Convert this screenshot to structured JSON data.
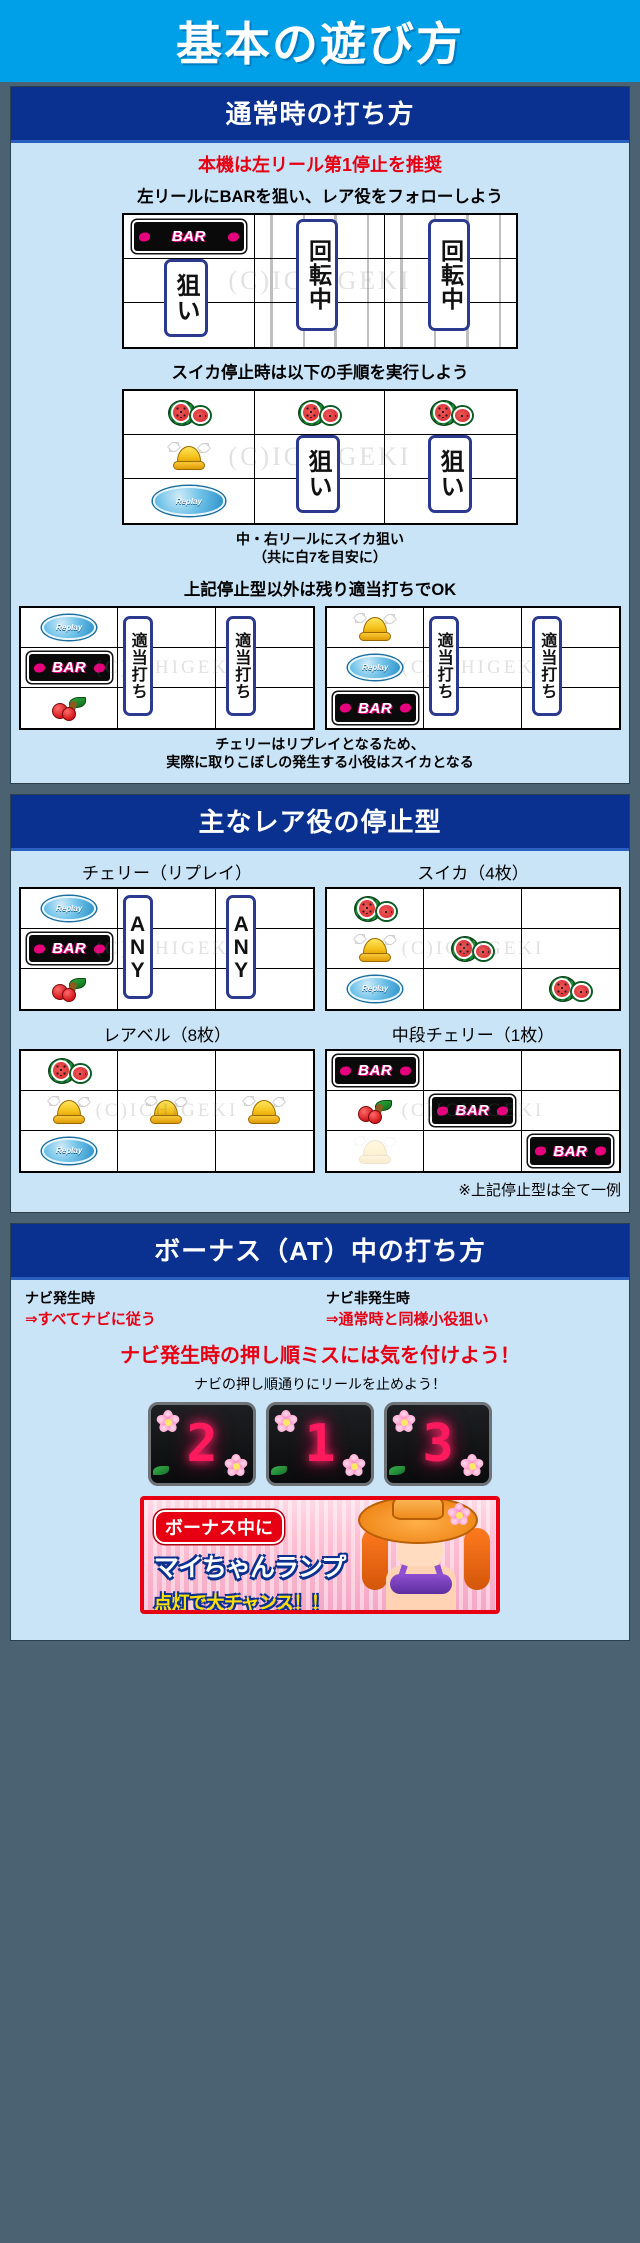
{
  "header": {
    "title": "基本の遊び方"
  },
  "sections": [
    {
      "id": "normal",
      "title": "通常時の打ち方",
      "lines": {
        "recommend": "本機は左リール第1停止を推奨",
        "aim_bar": "左リールにBARを狙い、レア役をフォローしよう",
        "suika_stop": "スイカ停止時は以下の手順を実行しよう",
        "mid_right_1": "中・右リールにスイカ狙い",
        "mid_right_2": "（共に白7を目安に）",
        "else_ok": "上記停止型以外は残り適当打ちでOK",
        "note_1": "チェリーはリプレイとなるため、",
        "note_2": "実際に取りこぼしの発生する小役はスイカとなる"
      },
      "reel_bar": {
        "callouts": {
          "left": "狙い",
          "mid": "回転中",
          "right": "回転中"
        },
        "symbols": [
          [
            "bar",
            "",
            ""
          ],
          [
            "",
            "",
            ""
          ],
          [
            "",
            "",
            ""
          ]
        ]
      },
      "reel_suika": {
        "callouts": {
          "left": "狙い",
          "mid": "狙い",
          "right": "狙い"
        },
        "symbols": [
          [
            "melon",
            "melon",
            "melon"
          ],
          [
            "bell",
            "",
            ""
          ],
          [
            "replay",
            "",
            ""
          ]
        ]
      },
      "reel_free_left": {
        "callouts": {
          "mid": "適当打ち",
          "right": "適当打ち"
        },
        "symbols": [
          [
            "replay",
            "",
            ""
          ],
          [
            "bar",
            "",
            ""
          ],
          [
            "cherry",
            "",
            ""
          ]
        ]
      },
      "reel_free_right": {
        "callouts": {
          "mid": "適当打ち",
          "right": "適当打ち"
        },
        "symbols": [
          [
            "bell",
            "",
            ""
          ],
          [
            "replay",
            "",
            ""
          ],
          [
            "bar",
            "",
            ""
          ]
        ]
      }
    },
    {
      "id": "rare",
      "title": "主なレア役の停止型",
      "note": "※上記停止型は全て一例",
      "patterns": [
        {
          "label": "チェリー（リプレイ）",
          "callouts": {
            "mid": "ANY",
            "right": "ANY"
          },
          "symbols": [
            [
              "replay",
              "",
              ""
            ],
            [
              "bar",
              "",
              ""
            ],
            [
              "cherry",
              "",
              ""
            ]
          ]
        },
        {
          "label": "スイカ（4枚）",
          "callouts": {},
          "symbols": [
            [
              "melon",
              "",
              ""
            ],
            [
              "bell",
              "melon",
              ""
            ],
            [
              "replay",
              "",
              "melon"
            ]
          ]
        },
        {
          "label": "レアベル（8枚）",
          "callouts": {},
          "symbols": [
            [
              "melon",
              "",
              ""
            ],
            [
              "bell",
              "bell",
              "bell"
            ],
            [
              "replay",
              "",
              ""
            ]
          ]
        },
        {
          "label": "中段チェリー（1枚）",
          "callouts": {},
          "symbols": [
            [
              "bar",
              "",
              ""
            ],
            [
              "cherry",
              "bar",
              ""
            ],
            [
              "faint",
              "",
              "bar"
            ]
          ]
        }
      ]
    },
    {
      "id": "bonus",
      "title": "ボーナス（AT）中の打ち方",
      "navi": [
        {
          "title": "ナビ発生時",
          "arrow": "⇒すべてナビに従う"
        },
        {
          "title": "ナビ非発生時",
          "arrow": "⇒通常時と同様小役狙い"
        }
      ],
      "warning": "ナビ発生時の押し順ミスには気を付けよう！",
      "subtext": "ナビの押し順通りにリールを止めよう！",
      "digits": [
        "2",
        "1",
        "3"
      ],
      "promo": {
        "line1": "ボーナス中に",
        "line2": "マイちゃんランプ",
        "line3": "点灯で大チャンス！！"
      }
    }
  ],
  "watermark": "(C)ICHIGEKI",
  "symbol_labels": {
    "bar": "BAR",
    "replay": "Replay",
    "melon": "watermelon-symbol",
    "bell": "bell-symbol",
    "cherry": "cherry-symbol",
    "faint": "faint-symbol"
  },
  "colors": {
    "header_blue": "#00a0e9",
    "section_blue": "#0b3190",
    "body_blue": "#c9e4f7",
    "accent_red": "#e60012",
    "frame_gray": "#4a6272",
    "callout_border": "#2b3a8f"
  }
}
